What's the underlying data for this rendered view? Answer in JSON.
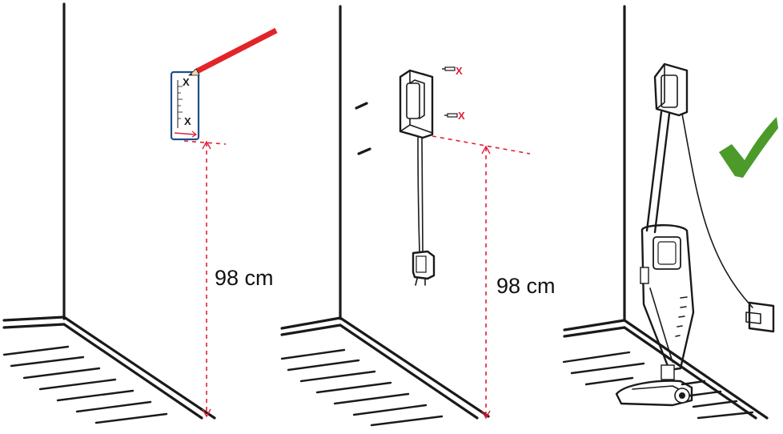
{
  "colors": {
    "ink": "#1a1a1a",
    "measure": "#e0203a",
    "template_outline": "#1d4f8a",
    "pencil": "#e3232a",
    "check": "#4c9a2a",
    "x_mark_panel1": "#1a1a1a",
    "x_mark_panel2": "#e0203a"
  },
  "panels": [
    {
      "id": "mark-holes",
      "measurement_label": "98 cm",
      "template_marks": [
        "X",
        "X"
      ],
      "icons": [
        "mounting-template-icon",
        "pencil-icon"
      ]
    },
    {
      "id": "drill-and-mount",
      "measurement_label": "98 cm",
      "screw_marks": [
        "X",
        "X"
      ],
      "icons": [
        "wall-bracket-icon",
        "screw-icon",
        "charger-plug-icon"
      ]
    },
    {
      "id": "result",
      "status": "correct",
      "icons": [
        "stick-vacuum-icon",
        "wall-socket-icon",
        "checkmark-icon"
      ]
    }
  ]
}
